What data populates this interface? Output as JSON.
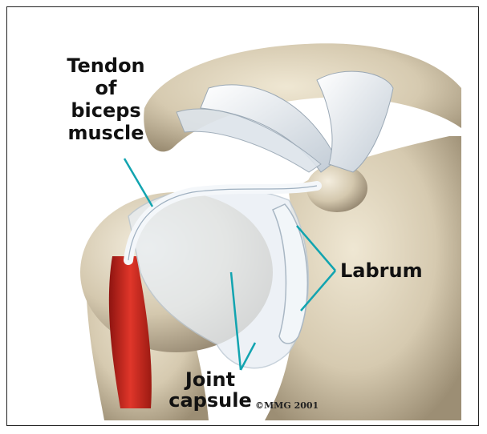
{
  "labels": {
    "tendon_line1": "Tendon",
    "tendon_line2": "of",
    "tendon_line3": "biceps",
    "tendon_line4": "muscle",
    "labrum": "Labrum",
    "joint_line1": "Joint",
    "joint_line2": "capsule"
  },
  "copyright": "©MMG 2001",
  "colors": {
    "bone": "#d8cdb6",
    "bone_shadow": "#a89a80",
    "ligament": "#e6ecf2",
    "muscle": "#d62a1e",
    "pointer_line": "#12a4b0",
    "label_text": "#111111"
  }
}
